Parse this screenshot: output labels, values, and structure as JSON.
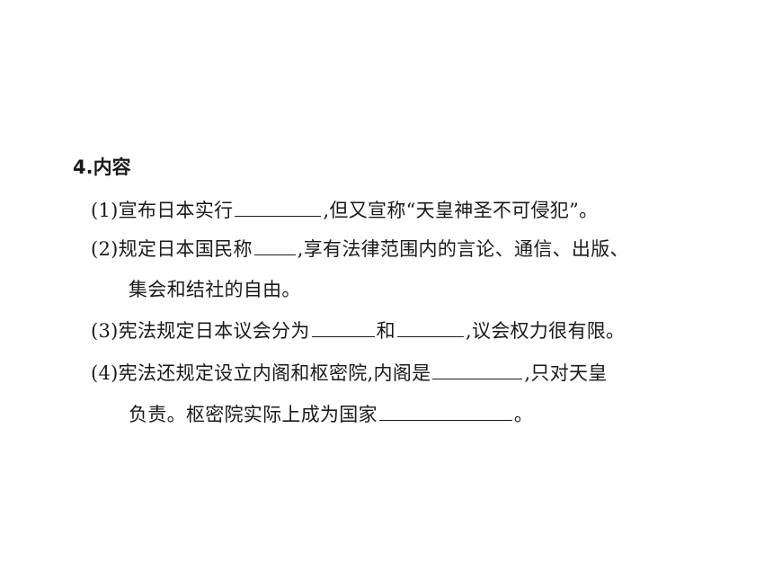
{
  "section": {
    "heading": "4.内容"
  },
  "items": [
    {
      "lines": [
        [
          "(1)宣布日本实行",
          ",但又宣称“天皇神圣不可侵犯”。"
        ]
      ]
    },
    {
      "lines": [
        [
          "(2)规定日本国民称",
          ",享有法律范围内的言论、通信、出版、"
        ],
        [
          "集会和结社的自由。"
        ]
      ]
    },
    {
      "lines": [
        [
          "(3)宪法规定日本议会分为",
          "和",
          ",议会权力很有限。"
        ]
      ]
    },
    {
      "lines": [
        [
          "(4)宪法还规定设立内阁和枢密院,内阁是",
          ",只对天皇"
        ],
        [
          "负责。枢密院实际上成为国家",
          "。"
        ]
      ]
    }
  ]
}
